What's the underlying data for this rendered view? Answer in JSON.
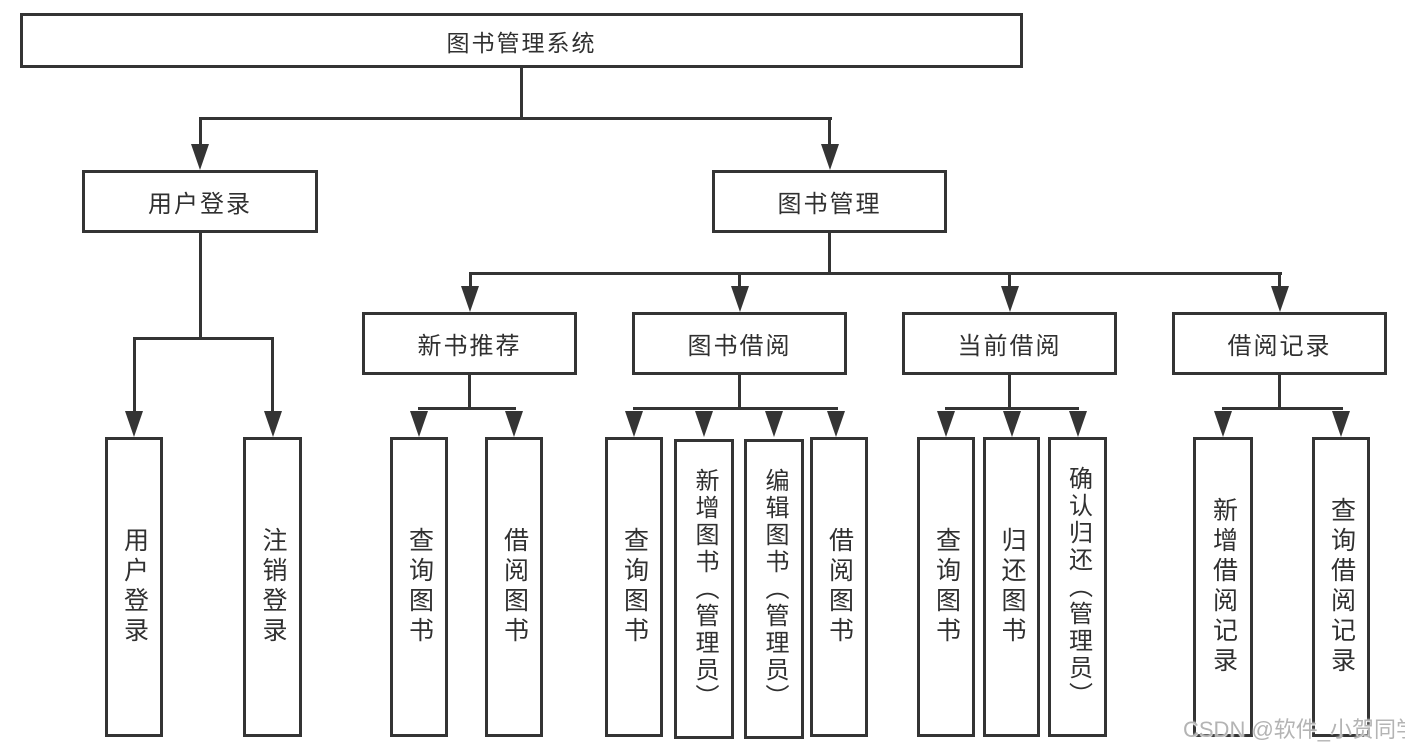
{
  "diagram_type": "hierarchy-tree",
  "colors": {
    "background": "#ffffff",
    "line": "#343434",
    "node_border": "#343434",
    "node_text": "#303030",
    "watermark_text": "#b4b4b4"
  },
  "nodes": {
    "root": "图书管理系统",
    "user_login": "用户登录",
    "book_mgmt": "图书管理",
    "new_book": "新书推荐",
    "book_borrow": "图书借阅",
    "current_borrow": "当前借阅",
    "borrow_record": "借阅记录",
    "ul_login": "用户登录",
    "ul_logout": "注销登录",
    "nb_query": "查询图书",
    "nb_borrow": "借阅图书",
    "bb_query": "查询图书",
    "bb_add": "新增图书（管理员）",
    "bb_edit": "编辑图书（管理员）",
    "bb_borrow": "借阅图书",
    "cb_query": "查询图书",
    "cb_return": "归还图书",
    "cb_confirm": "确认归还（管理员）",
    "br_add": "新增借阅记录",
    "br_query": "查询借阅记录"
  },
  "watermark": "CSDN @软件_小贺同学"
}
